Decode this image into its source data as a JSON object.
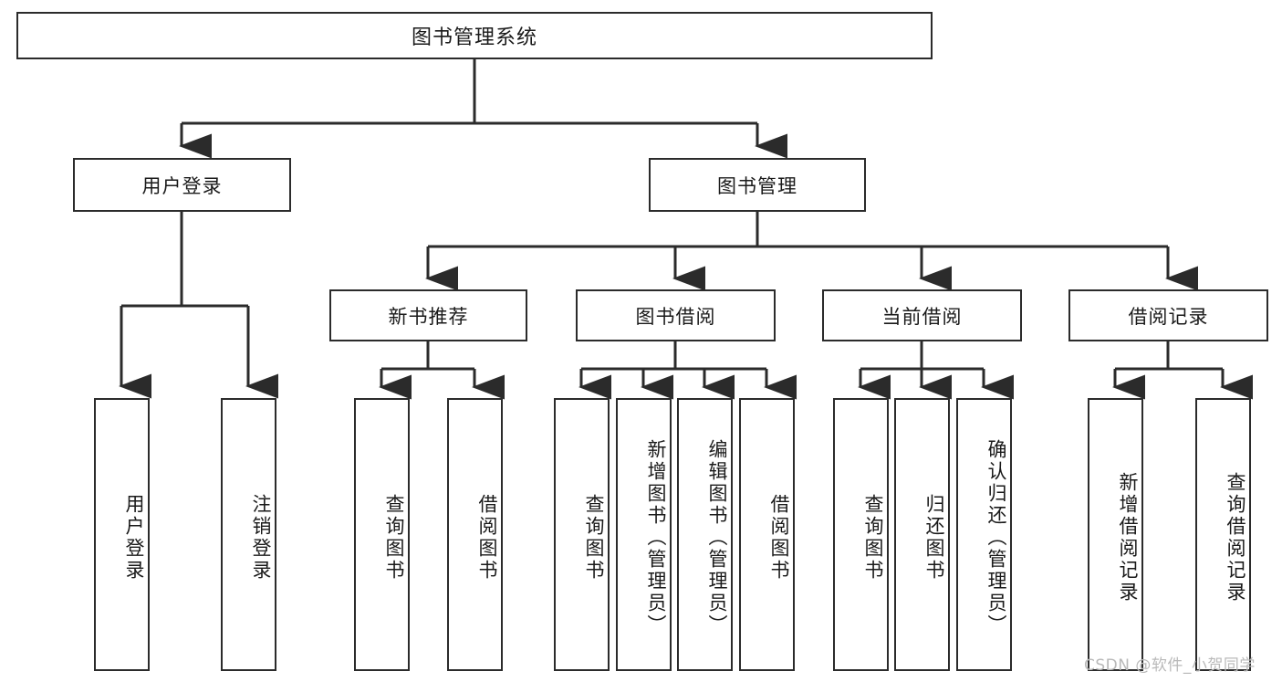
{
  "diagram": {
    "title": "图书管理系统",
    "type": "tree",
    "orientation": "top-down",
    "colors": {
      "box_border": "#2b2b2b",
      "box_fill": "#ffffff",
      "connector": "#2b2b2b",
      "text": "#1a1a1a",
      "watermark": "#b9b9b9",
      "background": "#ffffff"
    },
    "nodes": {
      "root": {
        "label": "图书管理系统",
        "level": 1
      },
      "l2": [
        {
          "id": "user-login",
          "label": "用户登录",
          "level": 2
        },
        {
          "id": "book-manage",
          "label": "图书管理",
          "level": 2
        }
      ],
      "l3": [
        {
          "id": "new-book-recommend",
          "label": "新书推荐",
          "level": 3,
          "parent": "book-manage"
        },
        {
          "id": "book-borrow",
          "label": "图书借阅",
          "level": 3,
          "parent": "book-manage"
        },
        {
          "id": "current-borrow",
          "label": "当前借阅",
          "level": 3,
          "parent": "book-manage"
        },
        {
          "id": "borrow-record",
          "label": "借阅记录",
          "level": 3,
          "parent": "book-manage"
        }
      ],
      "leaves": [
        {
          "id": "leaf-user-login",
          "label": "用户登录",
          "parent": "user-login"
        },
        {
          "id": "leaf-user-logout",
          "label": "注销登录",
          "parent": "user-login"
        },
        {
          "id": "leaf-rec-query-book",
          "label": "查询图书",
          "parent": "new-book-recommend"
        },
        {
          "id": "leaf-rec-borrow-book",
          "label": "借阅图书",
          "parent": "new-book-recommend"
        },
        {
          "id": "leaf-bb-query-book",
          "label": "查询图书",
          "parent": "book-borrow"
        },
        {
          "id": "leaf-bb-add-book",
          "label": "新增图书（管理员）",
          "parent": "book-borrow"
        },
        {
          "id": "leaf-bb-edit-book",
          "label": "编辑图书（管理员）",
          "parent": "book-borrow"
        },
        {
          "id": "leaf-bb-borrow-book",
          "label": "借阅图书",
          "parent": "book-borrow"
        },
        {
          "id": "leaf-cb-query-book",
          "label": "查询图书",
          "parent": "current-borrow"
        },
        {
          "id": "leaf-cb-return-book",
          "label": "归还图书",
          "parent": "current-borrow"
        },
        {
          "id": "leaf-cb-confirm-return",
          "label": "确认归还（管理员）",
          "parent": "current-borrow"
        },
        {
          "id": "leaf-br-add-record",
          "label": "新增借阅记录",
          "parent": "borrow-record"
        },
        {
          "id": "leaf-br-query-record",
          "label": "查询借阅记录",
          "parent": "borrow-record"
        }
      ]
    }
  },
  "watermark": {
    "text": "CSDN @软件_小贺同学"
  }
}
